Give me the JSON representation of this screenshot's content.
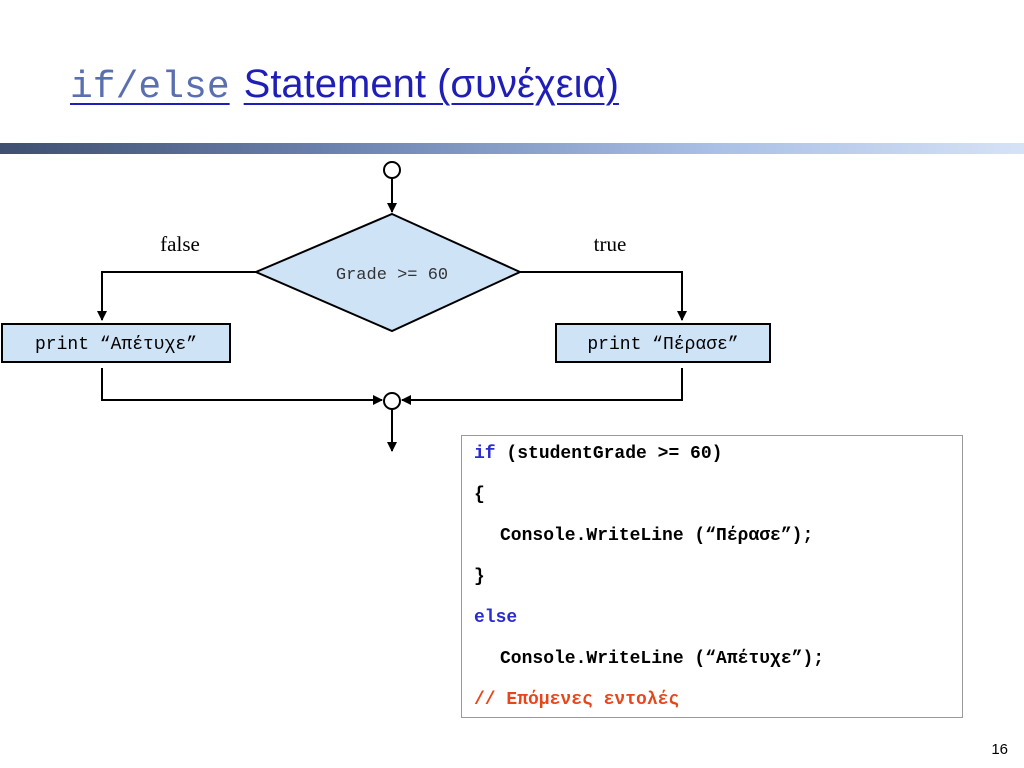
{
  "slide": {
    "title_code": "if/else",
    "title_text": "Statement (συνέχεια)",
    "page_number": "16",
    "colors": {
      "title": "#1f1fb8",
      "title_code": "#5a6fb0",
      "keyword": "#2b2bd0",
      "comment": "#e8461a",
      "diamond_fill": "#cfe3f7",
      "header_bar_start": "#3e4f70",
      "header_bar_end": "#d6e2f6"
    }
  },
  "flowchart": {
    "decision_text": "Grade >= 60",
    "false_label": "false",
    "true_label": "true",
    "false_action": "print “Απέτυχε”",
    "true_action": "print “Πέρασε”"
  },
  "code": {
    "lines": [
      {
        "keyword": "if",
        "text": " (studentGrade >= 60)"
      },
      {
        "text": "{"
      },
      {
        "text": "Console.WriteLine (“Πέρασε”);"
      },
      {
        "text": "}"
      },
      {
        "keyword": "else"
      },
      {
        "text": "Console.WriteLine (“Απέτυχε”);"
      },
      {
        "comment": "// Επόμενες εντολές"
      }
    ]
  }
}
